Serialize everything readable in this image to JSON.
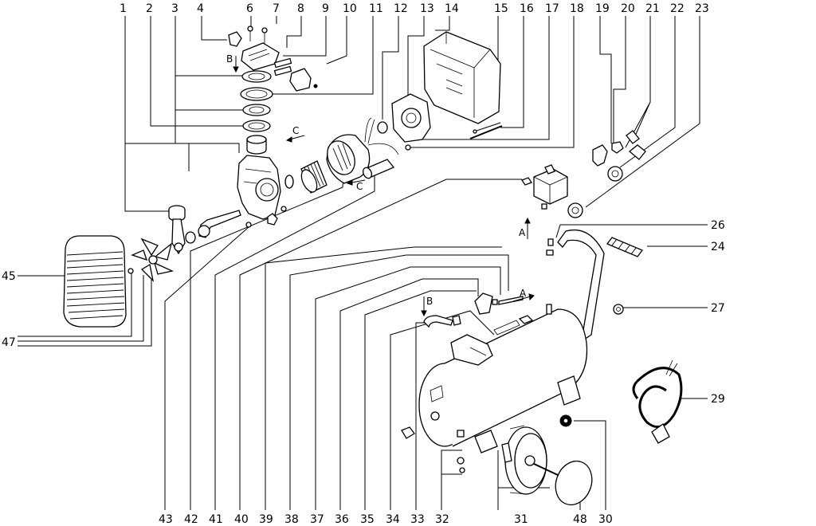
{
  "callouts": {
    "top": [
      "1",
      "2",
      "3",
      "4",
      "6",
      "7",
      "8",
      "9",
      "10",
      "11",
      "12",
      "13",
      "14",
      "15",
      "16",
      "17",
      "18",
      "19",
      "20",
      "21",
      "22",
      "23"
    ],
    "bottom": [
      "43",
      "42",
      "41",
      "40",
      "39",
      "38",
      "37",
      "36",
      "35",
      "34",
      "33",
      "32",
      "31",
      "48",
      "30"
    ],
    "left": [
      "45",
      "47"
    ],
    "right": [
      "26",
      "24",
      "27",
      "29"
    ]
  },
  "flow_markers": {
    "a_upper": "A",
    "a_lower": "A",
    "b_upper": "B",
    "b_lower": "B",
    "c_upper": "C",
    "c_lower": "C"
  }
}
